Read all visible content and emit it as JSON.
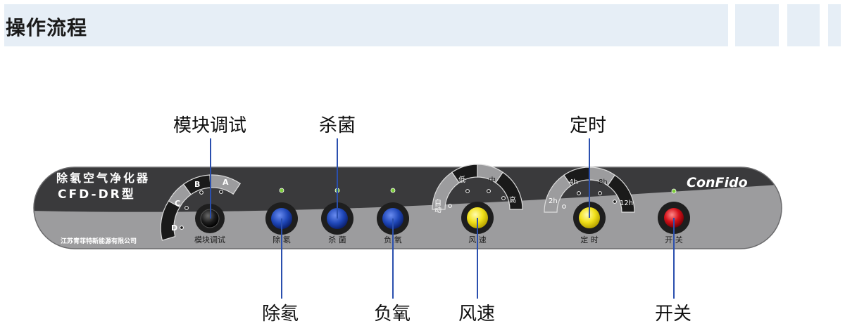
{
  "header": {
    "title": "操作流程"
  },
  "panel": {
    "product_name": "除氡空气净化器",
    "model": "CFD-DR型",
    "brand": "ConFido",
    "company": "江苏青菲特新能源有限公司",
    "module_arc_labels": [
      "D",
      "C",
      "B",
      "A"
    ],
    "fan_arc_labels": [
      "自动",
      "低",
      "中",
      "高"
    ],
    "timer_arc_labels": [
      "2h",
      "4h",
      "8h",
      "12h"
    ],
    "button_labels": {
      "module": "模块调试",
      "radon": "除 氡",
      "sterilize": "杀 菌",
      "anion": "负 氧",
      "fan": "风 速",
      "timer": "定 时",
      "power": "开 关"
    }
  },
  "callouts": {
    "module": "模块调试",
    "sterilize": "杀菌",
    "timer": "定时",
    "radon": "除氡",
    "anion": "负氧",
    "fan": "风速",
    "power": "开关"
  },
  "colors": {
    "panel_dark": "#3a3a3c",
    "panel_light": "#9c9c9e",
    "blue_button": "#1f47b8",
    "yellow_button": "#f2e21c",
    "red_button": "#d4121a",
    "leader_line": "#2a4fae",
    "header_bg": "#e6eef6"
  }
}
